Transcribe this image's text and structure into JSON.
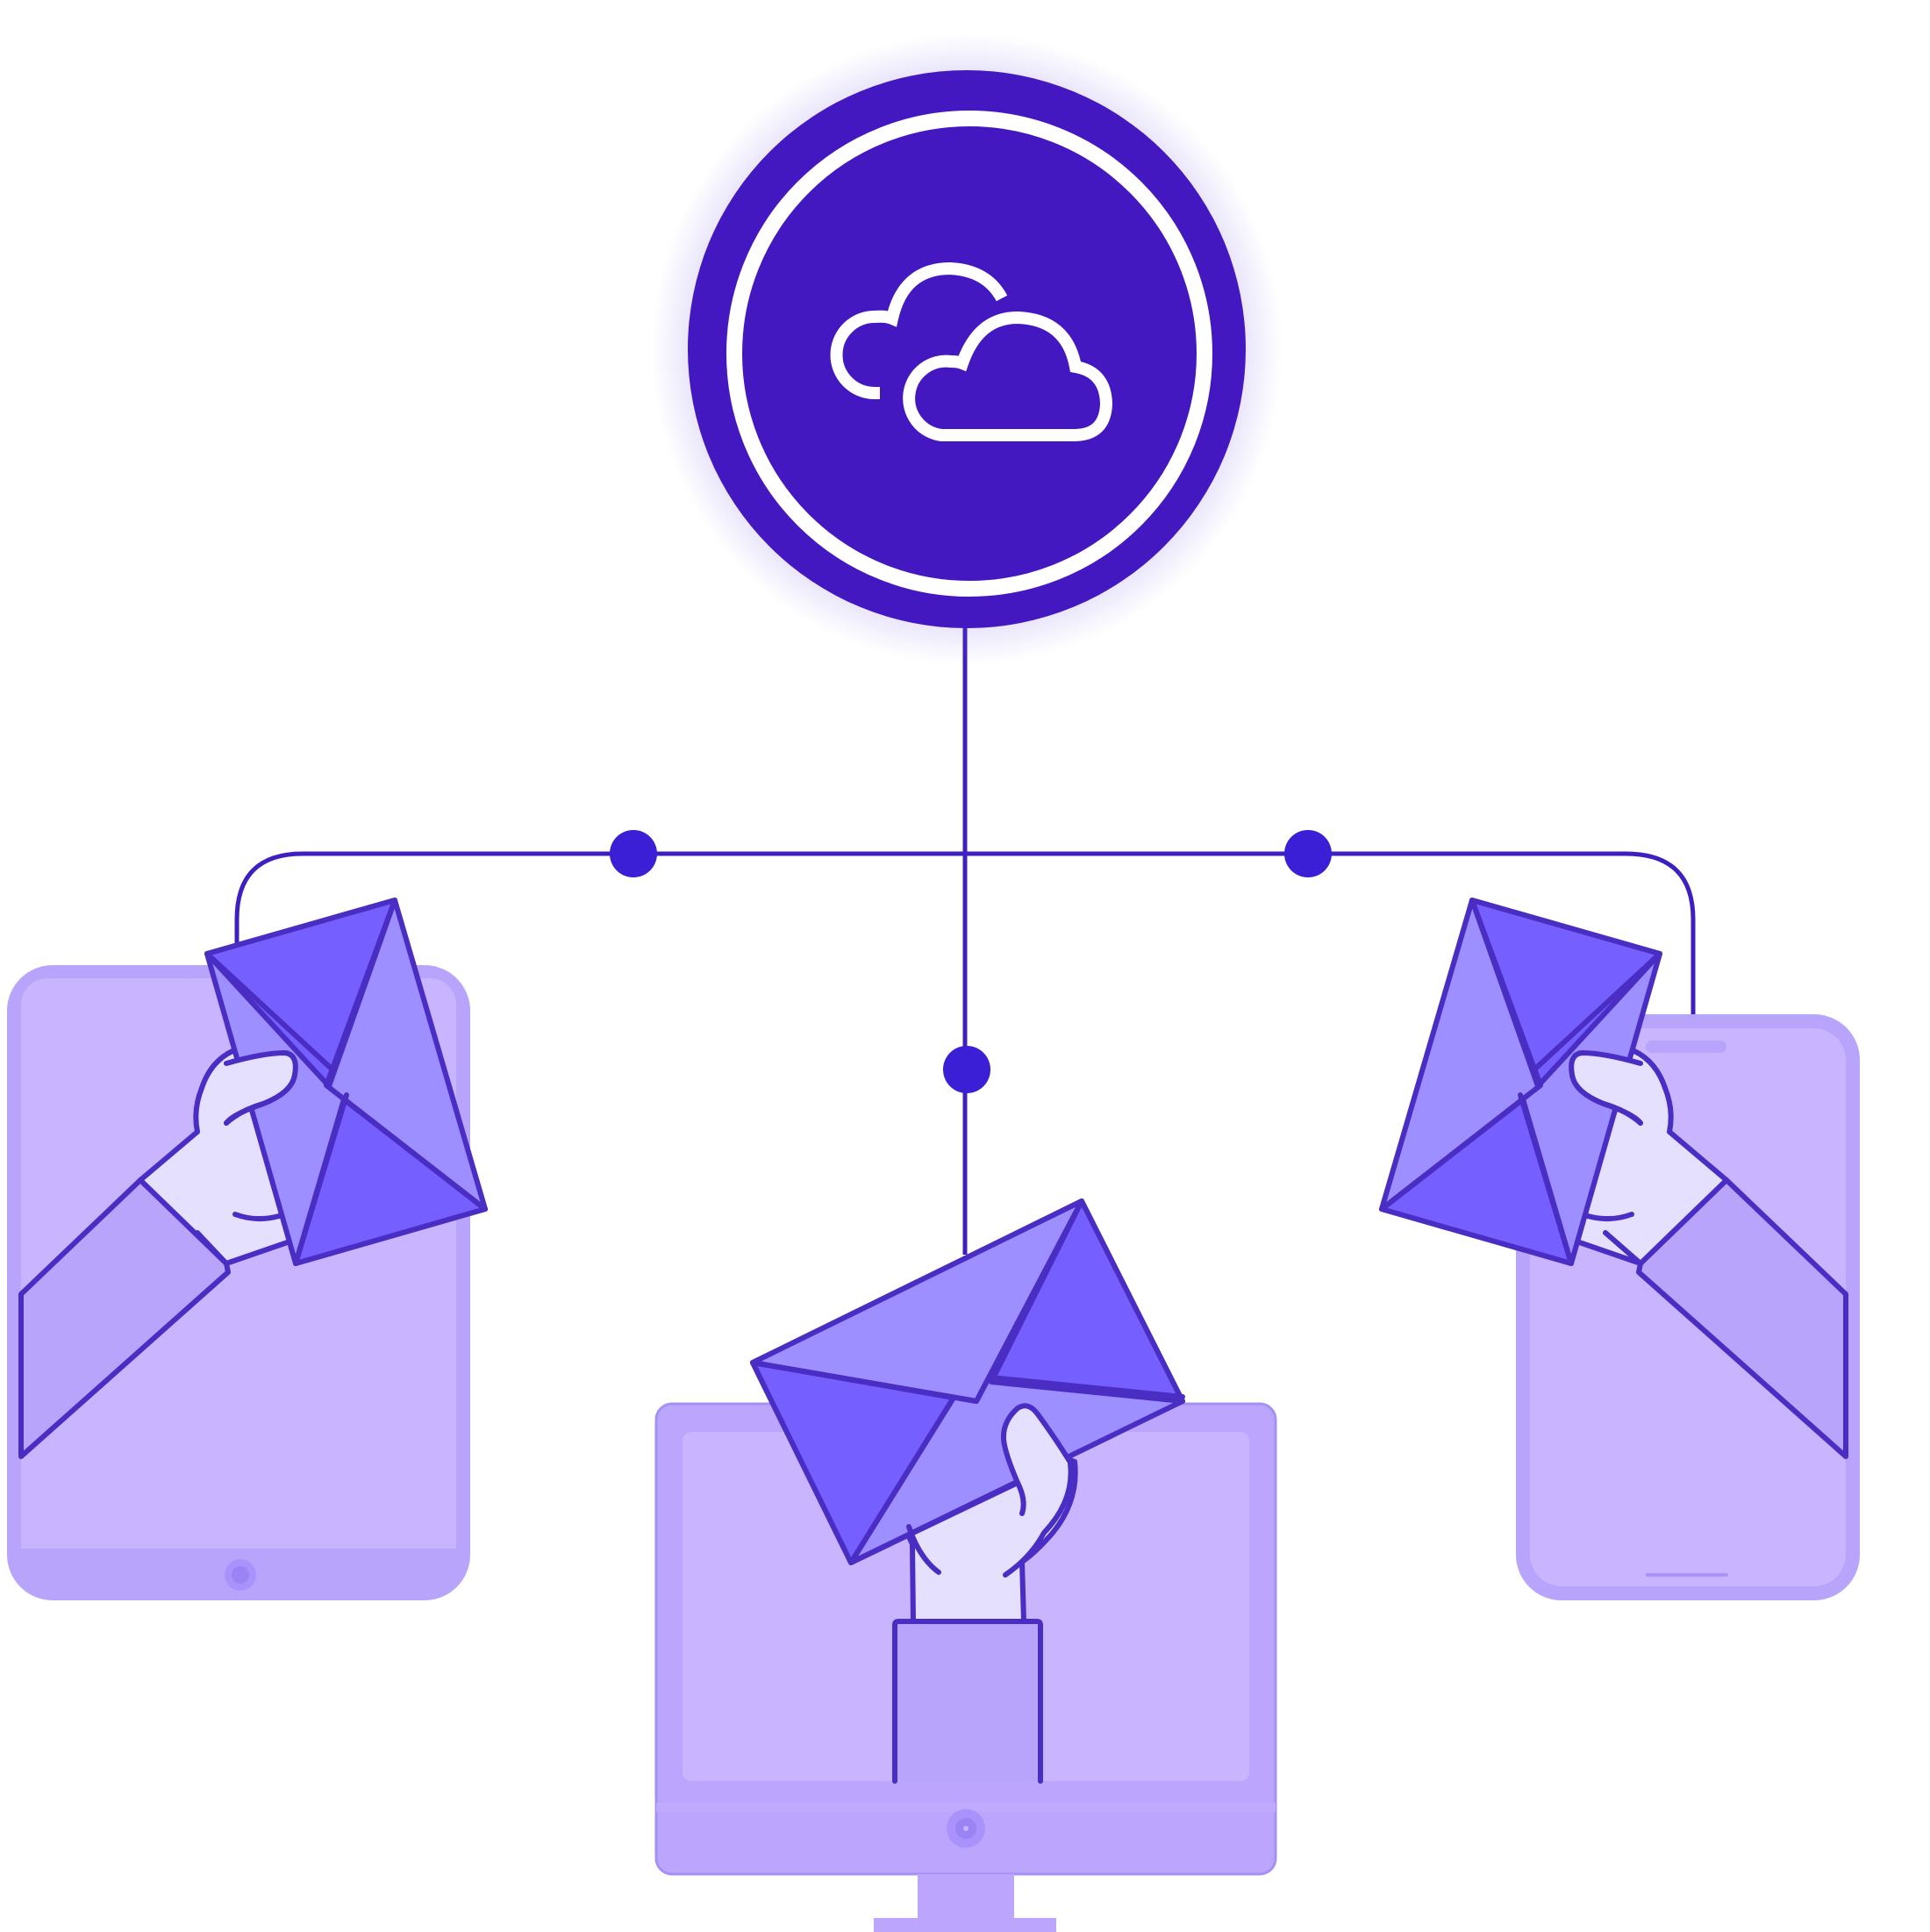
{
  "diagram": {
    "hub": {
      "icon": "cloud-icon",
      "label": ""
    },
    "devices": [
      {
        "kind": "tablet",
        "icon": "tablet-device-icon",
        "holding": "envelope-icon"
      },
      {
        "kind": "desktop-monitor",
        "icon": "monitor-device-icon",
        "holding": "envelope-icon"
      },
      {
        "kind": "smartphone",
        "icon": "phone-device-icon",
        "holding": "envelope-icon"
      }
    ],
    "connectors": 3,
    "colors": {
      "hub_fill": "#4418C0",
      "line": "#3F1FC0",
      "node": "#3A1FD6",
      "device_light": "#C8B4FF",
      "device_dark": "#B9A4FB",
      "envelope_dark": "#765FFF",
      "envelope_light": "#9D8FFF",
      "stroke": "#4A2EC4",
      "hand": "#E6E0FF"
    }
  }
}
